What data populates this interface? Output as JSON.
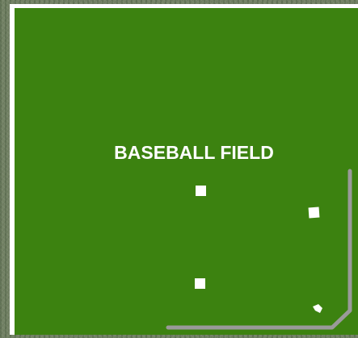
{
  "map": {
    "title": "BASEBALL FIELD"
  },
  "colors": {
    "field_grass": "#3c8210",
    "field_lines": "#ffffff",
    "fence": "#9a9a9a",
    "surroundings": "#6f7f62"
  },
  "features": {
    "bases": [
      "second-base",
      "first-base",
      "third-base",
      "home-plate"
    ],
    "fence": "backstop-fence"
  }
}
